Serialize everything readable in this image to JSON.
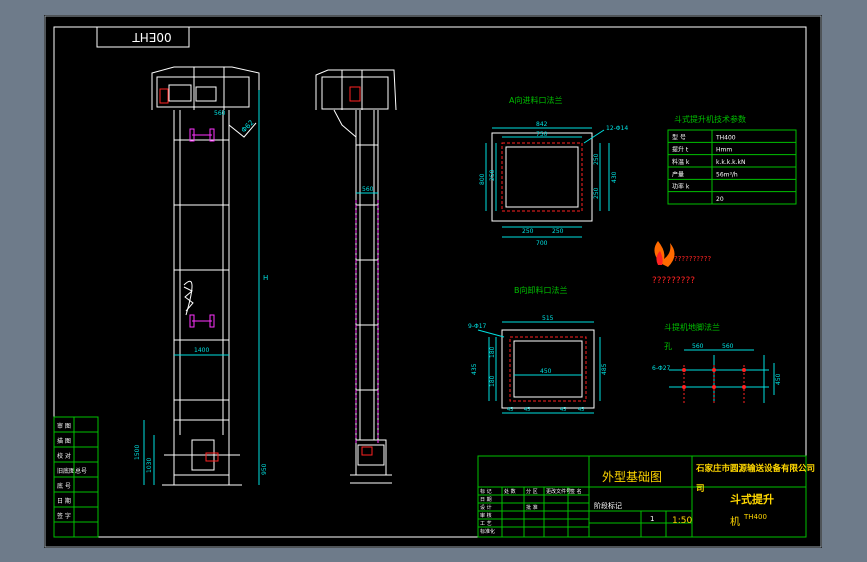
{
  "colors": {
    "background": "#6e7b8a",
    "sheet": "#000000",
    "line": "#ffffff",
    "frame": "#9ea8b0",
    "title_block": "#00c000",
    "dimension": "#00e0e0",
    "red_mark": "#ff2222",
    "magenta_mark": "#ff33ff",
    "title_text": "#ffd700"
  },
  "drawing_number": "00EHT",
  "views": {
    "section_a_title": "A向进料口法兰",
    "section_b_title": "B向卸料口法兰",
    "foot_flange_title": "斗提机地脚法兰",
    "foot_flange_sub": "孔"
  },
  "dimensions": {
    "angle_label": "Φ62",
    "side_width": "560",
    "main_width": "1400",
    "total_height": "H",
    "a_top": "842",
    "a_top2": "750",
    "a_bottom": "700",
    "a_seg1": "250",
    "a_seg2": "250",
    "a_hole": "12-Φ14",
    "a_left": "800",
    "a_left2": "250",
    "a_right1": "250",
    "a_right2": "250",
    "a_right3": "430",
    "b_top": "515",
    "b_left_dim": "9-Φ17",
    "b_mid": "450",
    "b_s1": "45",
    "b_s2": "45",
    "b_s3": "45",
    "b_s4": "45",
    "b_right": "485",
    "b_left1": "180",
    "b_left2": "180",
    "b_outer": "435",
    "f_560a": "560",
    "f_560b": "560",
    "f_hole": "6-Φ27",
    "f_right": "450",
    "bottom_1": "1500",
    "bottom_2": "1030",
    "bottom_3": "950"
  },
  "param_table": {
    "title": "斗式提升机技术参数",
    "rows": [
      [
        "型 号",
        "TH400"
      ],
      [
        "提升 t",
        "Hmm"
      ],
      [
        "料温 k",
        "k.k.k.k.kN"
      ],
      [
        "产量",
        "56m³/h"
      ],
      [
        "功率 k",
        ""
      ],
      [
        "",
        "20"
      ]
    ]
  },
  "logo_text": "??????????",
  "logo_text2": "?????????",
  "left_strip": [
    "审 图",
    "描 图",
    "校 对",
    "旧底图总号",
    "底 号",
    "日 期",
    "签 字",
    ""
  ],
  "title_block": {
    "drawing_title": "外型基础图",
    "company": "石家庄市圆源输送设备有限公司",
    "company_tail": "司",
    "product": "斗式提升",
    "product_tail": "机",
    "model": "TH400",
    "scale": "1:50",
    "mark_label": "阶段标记",
    "qty": "1",
    "cells": [
      "标 记",
      "处 数",
      "分 区",
      "更改文件号",
      "签 名",
      "日 期",
      "设 计",
      "审 核",
      "工 艺",
      "标准化",
      "批 准"
    ]
  }
}
